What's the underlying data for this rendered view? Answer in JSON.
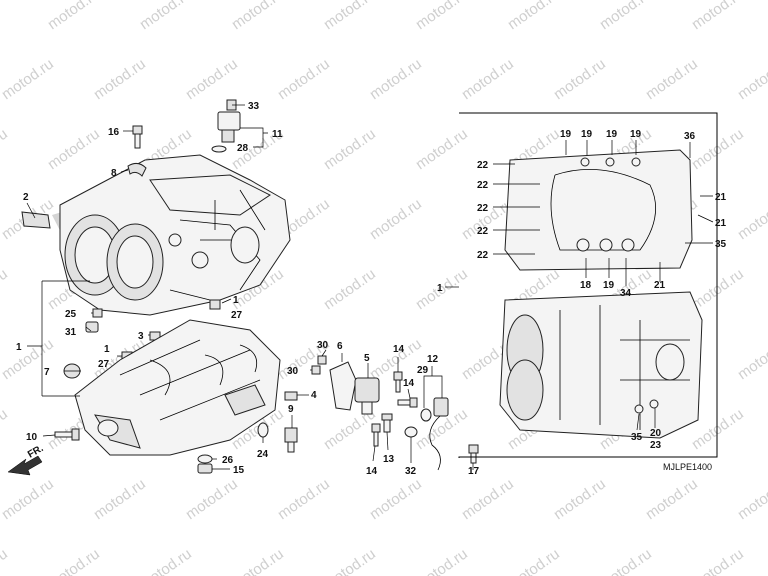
{
  "diagram": {
    "code": "MJLPE1400",
    "direction_label": "FR.",
    "watermark": "motod.ru",
    "callouts": [
      {
        "id": "c33",
        "text": "33"
      },
      {
        "id": "c16",
        "text": "16"
      },
      {
        "id": "c11",
        "text": "11"
      },
      {
        "id": "c28",
        "text": "28"
      },
      {
        "id": "c8",
        "text": "8"
      },
      {
        "id": "c2",
        "text": "2"
      },
      {
        "id": "c1a",
        "text": "1"
      },
      {
        "id": "c27a",
        "text": "27"
      },
      {
        "id": "c25",
        "text": "25"
      },
      {
        "id": "c31",
        "text": "31"
      },
      {
        "id": "c3",
        "text": "3"
      },
      {
        "id": "c1b",
        "text": "1"
      },
      {
        "id": "c27b",
        "text": "27"
      },
      {
        "id": "c1c",
        "text": "1"
      },
      {
        "id": "c7",
        "text": "7"
      },
      {
        "id": "c10",
        "text": "10"
      },
      {
        "id": "c26",
        "text": "26"
      },
      {
        "id": "c15",
        "text": "15"
      },
      {
        "id": "c24",
        "text": "24"
      },
      {
        "id": "c9",
        "text": "9"
      },
      {
        "id": "c4",
        "text": "4"
      },
      {
        "id": "c30a",
        "text": "30"
      },
      {
        "id": "c30b",
        "text": "30"
      },
      {
        "id": "c6",
        "text": "6"
      },
      {
        "id": "c5",
        "text": "5"
      },
      {
        "id": "c14a",
        "text": "14"
      },
      {
        "id": "c14b",
        "text": "14"
      },
      {
        "id": "c14c",
        "text": "14"
      },
      {
        "id": "c13",
        "text": "13"
      },
      {
        "id": "c32",
        "text": "32"
      },
      {
        "id": "c12",
        "text": "12"
      },
      {
        "id": "c29",
        "text": "29"
      },
      {
        "id": "c17",
        "text": "17"
      },
      {
        "id": "c1d",
        "text": "1"
      },
      {
        "id": "c19a",
        "text": "19"
      },
      {
        "id": "c19b",
        "text": "19"
      },
      {
        "id": "c19c",
        "text": "19"
      },
      {
        "id": "c19d",
        "text": "19"
      },
      {
        "id": "c36",
        "text": "36"
      },
      {
        "id": "c22a",
        "text": "22"
      },
      {
        "id": "c22b",
        "text": "22"
      },
      {
        "id": "c22c",
        "text": "22"
      },
      {
        "id": "c22d",
        "text": "22"
      },
      {
        "id": "c22e",
        "text": "22"
      },
      {
        "id": "c21a",
        "text": "21"
      },
      {
        "id": "c21b",
        "text": "21"
      },
      {
        "id": "c35a",
        "text": "35"
      },
      {
        "id": "c18",
        "text": "18"
      },
      {
        "id": "c19e",
        "text": "19"
      },
      {
        "id": "c34",
        "text": "34"
      },
      {
        "id": "c21c",
        "text": "21"
      },
      {
        "id": "c35b",
        "text": "35"
      },
      {
        "id": "c20",
        "text": "20"
      },
      {
        "id": "c23",
        "text": "23"
      }
    ]
  }
}
